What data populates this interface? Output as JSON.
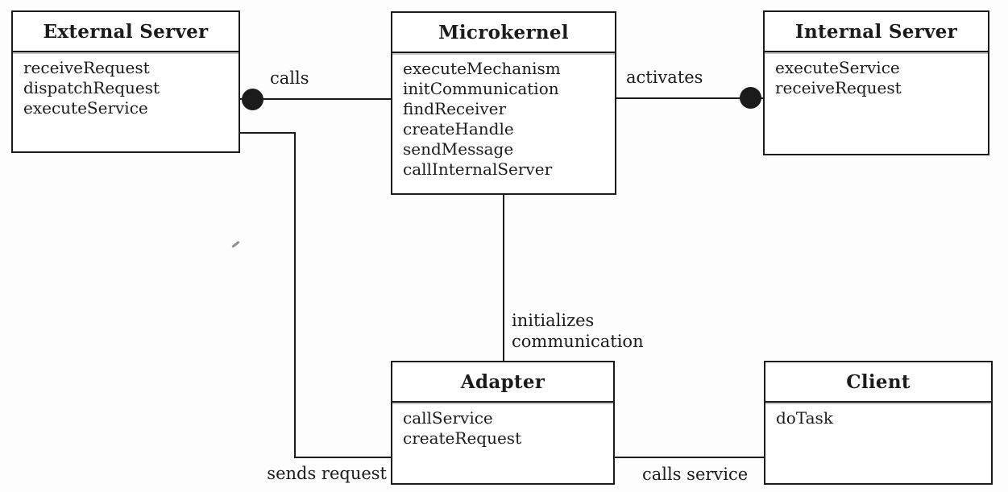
{
  "diagram": {
    "title_implied": "Microkernel pattern OMT class diagram",
    "colors": {
      "ink": "#1b1b1b",
      "paper": "#fdfdfd"
    },
    "boxes": {
      "external_server": {
        "title": "External Server",
        "methods": [
          "receiveRequest",
          "dispatchRequest",
          "executeService"
        ]
      },
      "microkernel": {
        "title": "Microkernel",
        "methods": [
          "executeMechanism",
          "initCommunication",
          "findReceiver",
          "createHandle",
          "sendMessage",
          "callInternalServer"
        ]
      },
      "internal_server": {
        "title": "Internal Server",
        "methods": [
          "executeService",
          "receiveRequest"
        ]
      },
      "adapter": {
        "title": "Adapter",
        "methods": [
          "callService",
          "createRequest"
        ]
      },
      "client": {
        "title": "Client",
        "methods": [
          "doTask"
        ]
      }
    },
    "relations": {
      "calls": "calls",
      "activates": "activates",
      "initializes_line1": "initializes",
      "initializes_line2": "communication",
      "sends_request": "sends request",
      "calls_service": "calls service"
    }
  }
}
